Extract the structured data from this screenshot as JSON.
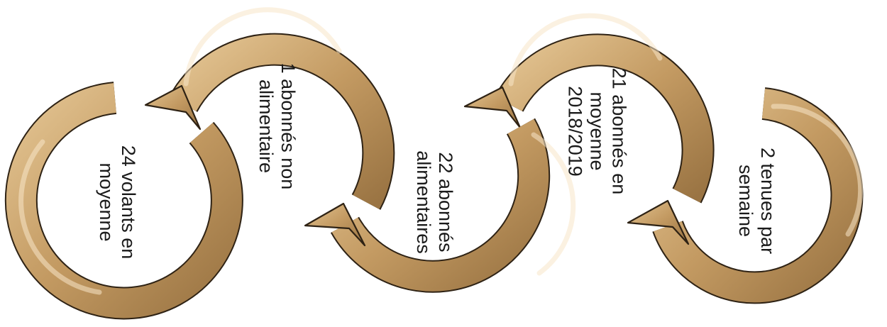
{
  "diagram": {
    "colors": {
      "gold_light": "#e3c492",
      "gold": "#c39a62",
      "gold_dark": "#9a7443",
      "outline": "#2e2214",
      "text": "#1a1a1a"
    },
    "steps": [
      {
        "lines": [
          "2 tenues par",
          "semaine"
        ]
      },
      {
        "lines": [
          "21 abonnés en",
          "moyenne",
          "2018/2019"
        ]
      },
      {
        "lines": [
          "22 abonnés",
          "alimentaires"
        ]
      },
      {
        "lines": [
          "1 abonnés non",
          "alimentaire"
        ]
      },
      {
        "lines": [
          "24 volants en",
          "moyenne"
        ]
      }
    ]
  }
}
